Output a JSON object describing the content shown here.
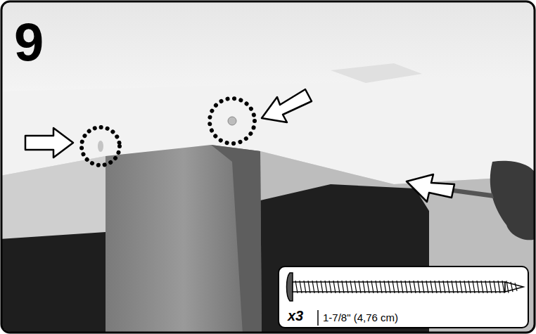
{
  "diagram": {
    "nodes": [
      {
        "text": [
          "x3",
          "1-7/8\" (4,76 cm)"
        ]
      }
    ],
    "labels": [
      "9"
    ]
  }
}
